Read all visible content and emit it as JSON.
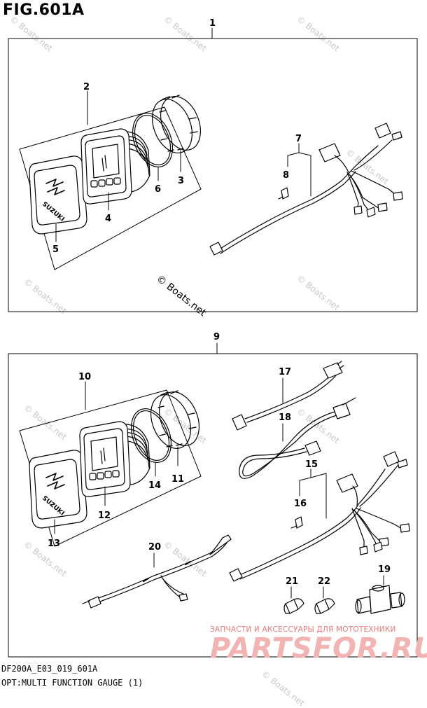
{
  "figure": {
    "title": "FIG.601A"
  },
  "watermark_text": "© Boats.net",
  "copyright": "© Boats.net",
  "callouts": {
    "c1": "1",
    "c2": "2",
    "c3": "3",
    "c4": "4",
    "c5": "5",
    "c6": "6",
    "c7": "7",
    "c8": "8",
    "c9": "9",
    "c10": "10",
    "c11": "11",
    "c12": "12",
    "c13": "13",
    "c14": "14",
    "c15": "15",
    "c16": "16",
    "c17": "17",
    "c18": "18",
    "c19": "19",
    "c20": "20",
    "c21": "21",
    "c22": "22"
  },
  "gauge_logo_text": "SUZUKI",
  "footer": {
    "code": "DF200A_E03_019_601A",
    "description": "OPT:MULTI FUNCTION GAUGE (1)"
  },
  "stamp": {
    "subtitle": "ЗАПЧАСТИ И АКСЕССУАРЫ ДЛЯ МОТОТЕХНИКИ",
    "brand": "PARTSFOR.RU",
    "color": "#f2b3b3"
  }
}
